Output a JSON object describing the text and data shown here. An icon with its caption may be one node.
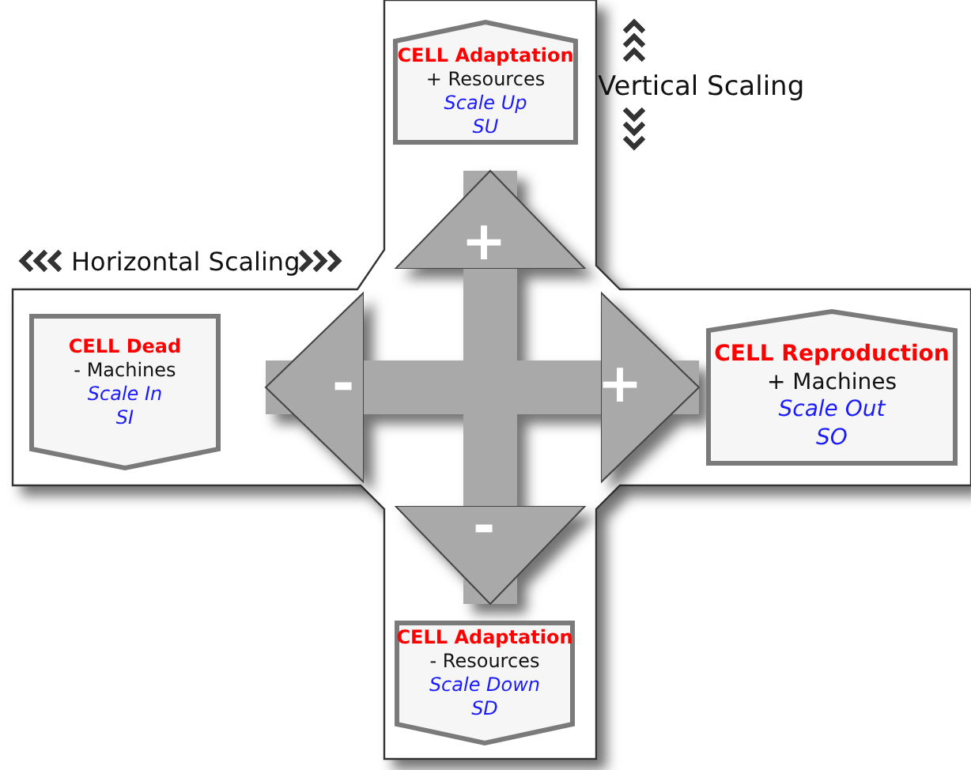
{
  "diagram": {
    "nodes": [
      {
        "text": [
          "CELL Adaptation",
          "+ Resources",
          "Scale Up",
          "SU"
        ]
      },
      {
        "text": [
          "CELL Dead",
          "- Machines",
          "Scale In",
          "SI"
        ]
      },
      {
        "text": [
          "CELL Reproduction",
          "+ Machines",
          "Scale Out",
          "SO"
        ]
      },
      {
        "text": [
          "CELL Adaptation",
          "- Resources",
          "Scale Down",
          "SD"
        ]
      }
    ],
    "edges": [
      {
        "from": null,
        "to": 0,
        "arrow": "to",
        "label": "+"
      },
      {
        "from": null,
        "to": 1,
        "arrow": "to",
        "label": "-"
      },
      {
        "from": null,
        "to": 2,
        "arrow": "to",
        "label": "+"
      },
      {
        "from": null,
        "to": 3,
        "arrow": "to",
        "label": "-"
      }
    ],
    "labels": [
      "Vertical Scaling",
      "Horizontal Scaling"
    ]
  }
}
